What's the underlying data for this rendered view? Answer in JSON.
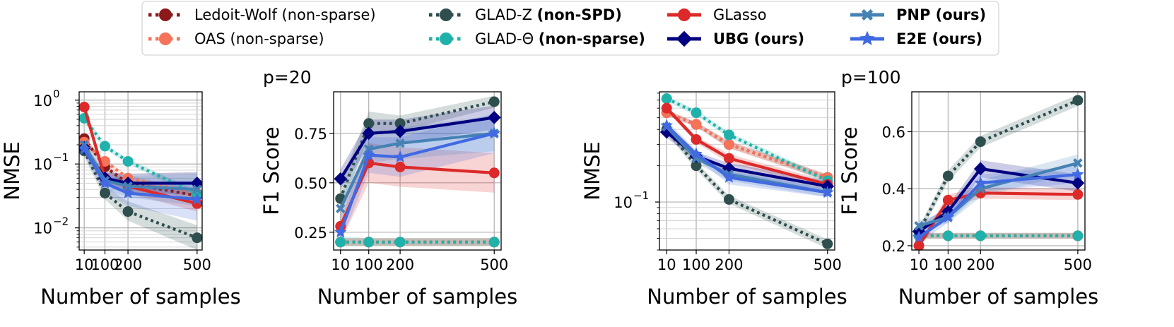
{
  "legend": {
    "entries": [
      {
        "label": "Ledoit-Wolf",
        "suffix": " (non-sparse)",
        "suffix_bold": false,
        "key": "lw"
      },
      {
        "label": "OAS",
        "suffix": " (non-sparse)",
        "suffix_bold": false,
        "key": "oas"
      },
      {
        "label": "GLAD-Z ",
        "suffix": "(non-SPD)",
        "suffix_bold": true,
        "key": "gladz"
      },
      {
        "label": "GLAD-Θ ",
        "suffix": "(non-sparse)",
        "suffix_bold": true,
        "key": "gladt"
      },
      {
        "label": "GLasso",
        "suffix": "",
        "suffix_bold": false,
        "key": "glasso"
      },
      {
        "label": "",
        "suffix": "UBG (ours)",
        "suffix_bold": true,
        "key": "ubg"
      },
      {
        "label": "",
        "suffix": "PNP (ours)",
        "suffix_bold": true,
        "key": "pnp"
      },
      {
        "label": "",
        "suffix": "E2E (ours)",
        "suffix_bold": true,
        "key": "e2e"
      }
    ]
  },
  "styles": {
    "lw": {
      "color": "#8b1a1a",
      "dash": "dotted",
      "marker": "circle"
    },
    "oas": {
      "color": "#f4735a",
      "dash": "dotted",
      "marker": "circle"
    },
    "gladz": {
      "color": "#2f4f4f",
      "dash": "dotted",
      "marker": "circle"
    },
    "gladt": {
      "color": "#20b2aa",
      "dash": "dotted",
      "marker": "circle"
    },
    "glasso": {
      "color": "#dc2a2a",
      "dash": "solid",
      "marker": "circle"
    },
    "ubg": {
      "color": "#000080",
      "dash": "solid",
      "marker": "diamond"
    },
    "pnp": {
      "color": "#4682b4",
      "dash": "solid",
      "marker": "x"
    },
    "e2e": {
      "color": "#4169e1",
      "dash": "solid",
      "marker": "star"
    }
  },
  "chart_data": [
    {
      "type": "line",
      "title": "",
      "xlabel": "Number of samples",
      "ylabel": "NMSE",
      "yscale": "log",
      "ylim": [
        0.0045,
        1.35
      ],
      "xlim": [
        -12,
        522
      ],
      "x": [
        10,
        100,
        200,
        500
      ],
      "xticks": [
        "10",
        "100",
        "200",
        "500"
      ],
      "yticks": [
        {
          "value": 0.01,
          "base": "10",
          "exp": "−2"
        },
        {
          "value": 0.1,
          "base": "10",
          "exp": "−1"
        },
        {
          "value": 1,
          "base": "10",
          "exp": "0"
        }
      ],
      "grid": true,
      "series": [
        {
          "key": "lw",
          "values": [
            0.25,
            0.09,
            0.05,
            0.032
          ],
          "band": [
            0.22,
            0.28,
            0.08,
            0.1,
            0.045,
            0.055,
            0.028,
            0.036
          ]
        },
        {
          "key": "oas",
          "values": [
            0.22,
            0.11,
            0.06,
            0.035
          ],
          "band": [
            0.19,
            0.25,
            0.1,
            0.12,
            0.055,
            0.066,
            0.031,
            0.039
          ]
        },
        {
          "key": "gladz",
          "values": [
            0.16,
            0.035,
            0.018,
            0.007
          ],
          "band": [
            0.13,
            0.2,
            0.028,
            0.045,
            0.013,
            0.026,
            0.0045,
            0.011
          ]
        },
        {
          "key": "gladt",
          "values": [
            0.52,
            0.19,
            0.11,
            0.034
          ],
          "band": [
            0.44,
            0.61,
            0.17,
            0.21,
            0.1,
            0.12,
            0.03,
            0.038
          ]
        },
        {
          "key": "glasso",
          "values": [
            0.78,
            0.06,
            0.045,
            0.024
          ],
          "band": [
            0.7,
            0.86,
            0.05,
            0.075,
            0.035,
            0.058,
            0.018,
            0.032
          ]
        },
        {
          "key": "ubg",
          "values": [
            0.18,
            0.06,
            0.05,
            0.05
          ],
          "band": [
            0.15,
            0.22,
            0.048,
            0.075,
            0.035,
            0.07,
            0.033,
            0.075
          ]
        },
        {
          "key": "pnp",
          "values": [
            0.2,
            0.055,
            0.045,
            0.04
          ],
          "band": [
            0.16,
            0.24,
            0.04,
            0.075,
            0.03,
            0.065,
            0.022,
            0.07
          ]
        },
        {
          "key": "e2e",
          "values": [
            0.17,
            0.05,
            0.035,
            0.028
          ],
          "band": [
            0.14,
            0.21,
            0.035,
            0.07,
            0.022,
            0.055,
            0.013,
            0.055
          ]
        }
      ]
    },
    {
      "type": "line",
      "title": "p=20",
      "xlabel": "Number of samples",
      "ylabel": "F1 Score",
      "yscale": "linear",
      "ylim": [
        0.16,
        0.96
      ],
      "xlim": [
        -12,
        522
      ],
      "x": [
        10,
        100,
        200,
        500
      ],
      "xticks": [
        "10",
        "100",
        "200",
        "500"
      ],
      "yticks": [
        {
          "value": 0.25,
          "label": "0.25"
        },
        {
          "value": 0.5,
          "label": "0.50"
        },
        {
          "value": 0.75,
          "label": "0.75"
        }
      ],
      "grid": true,
      "series": [
        {
          "key": "lw",
          "values": [
            0.2,
            0.2,
            0.2,
            0.2
          ],
          "band": [
            0.18,
            0.22,
            0.18,
            0.22,
            0.18,
            0.22,
            0.18,
            0.22
          ]
        },
        {
          "key": "oas",
          "values": [
            0.2,
            0.2,
            0.2,
            0.2
          ],
          "band": [
            0.18,
            0.22,
            0.18,
            0.22,
            0.18,
            0.22,
            0.18,
            0.22
          ]
        },
        {
          "key": "gladz",
          "values": [
            0.42,
            0.8,
            0.8,
            0.91
          ],
          "band": [
            0.35,
            0.5,
            0.74,
            0.86,
            0.76,
            0.84,
            0.88,
            0.94
          ]
        },
        {
          "key": "gladt",
          "values": [
            0.2,
            0.2,
            0.2,
            0.2
          ],
          "band": [
            0.18,
            0.23,
            0.18,
            0.22,
            0.18,
            0.22,
            0.18,
            0.22
          ]
        },
        {
          "key": "glasso",
          "values": [
            0.28,
            0.6,
            0.58,
            0.55
          ],
          "band": [
            0.2,
            0.36,
            0.5,
            0.7,
            0.48,
            0.68,
            0.45,
            0.65
          ]
        },
        {
          "key": "ubg",
          "values": [
            0.52,
            0.75,
            0.76,
            0.83
          ],
          "band": [
            0.47,
            0.57,
            0.68,
            0.82,
            0.7,
            0.82,
            0.77,
            0.89
          ]
        },
        {
          "key": "pnp",
          "values": [
            0.37,
            0.67,
            0.7,
            0.75
          ],
          "band": [
            0.3,
            0.44,
            0.6,
            0.74,
            0.62,
            0.78,
            0.66,
            0.84
          ]
        },
        {
          "key": "e2e",
          "values": [
            0.25,
            0.64,
            0.63,
            0.75
          ],
          "band": [
            0.2,
            0.3,
            0.55,
            0.73,
            0.53,
            0.73,
            0.65,
            0.85
          ]
        }
      ]
    },
    {
      "type": "line",
      "title": "",
      "xlabel": "Number of samples",
      "ylabel": "NMSE",
      "yscale": "log",
      "ylim": [
        0.04,
        0.82
      ],
      "xlim": [
        -12,
        522
      ],
      "x": [
        10,
        100,
        200,
        500
      ],
      "xticks": [
        "10",
        "100",
        "200",
        "500"
      ],
      "yticks": [
        {
          "value": 0.1,
          "base": "10",
          "exp": "−1"
        }
      ],
      "grid": true,
      "series": [
        {
          "key": "lw",
          "values": [
            0.55,
            0.44,
            0.3,
            0.16
          ],
          "band": [
            0.52,
            0.58,
            0.42,
            0.46,
            0.28,
            0.32,
            0.15,
            0.17
          ]
        },
        {
          "key": "oas",
          "values": [
            0.55,
            0.44,
            0.3,
            0.16
          ],
          "band": [
            0.52,
            0.58,
            0.42,
            0.46,
            0.28,
            0.32,
            0.15,
            0.17
          ]
        },
        {
          "key": "gladz",
          "values": [
            0.4,
            0.2,
            0.105,
            0.045
          ],
          "band": [
            0.37,
            0.43,
            0.185,
            0.215,
            0.097,
            0.113,
            0.041,
            0.049
          ]
        },
        {
          "key": "gladt",
          "values": [
            0.72,
            0.55,
            0.36,
            0.15
          ],
          "band": [
            0.68,
            0.76,
            0.52,
            0.58,
            0.34,
            0.38,
            0.14,
            0.16
          ]
        },
        {
          "key": "glasso",
          "values": [
            0.6,
            0.33,
            0.23,
            0.14
          ],
          "band": [
            0.57,
            0.63,
            0.31,
            0.35,
            0.21,
            0.25,
            0.13,
            0.15
          ]
        },
        {
          "key": "ubg",
          "values": [
            0.38,
            0.24,
            0.19,
            0.135
          ],
          "band": [
            0.34,
            0.42,
            0.22,
            0.26,
            0.17,
            0.21,
            0.12,
            0.15
          ]
        },
        {
          "key": "pnp",
          "values": [
            0.42,
            0.23,
            0.17,
            0.12
          ],
          "band": [
            0.38,
            0.46,
            0.21,
            0.25,
            0.15,
            0.19,
            0.11,
            0.13
          ]
        },
        {
          "key": "e2e",
          "values": [
            0.43,
            0.25,
            0.16,
            0.12
          ],
          "band": [
            0.39,
            0.47,
            0.23,
            0.27,
            0.14,
            0.18,
            0.11,
            0.13
          ]
        }
      ]
    },
    {
      "type": "line",
      "title": "p=100",
      "xlabel": "Number of samples",
      "ylabel": "F1 Score",
      "yscale": "linear",
      "ylim": [
        0.185,
        0.74
      ],
      "xlim": [
        -12,
        522
      ],
      "x": [
        10,
        100,
        200,
        500
      ],
      "xticks": [
        "10",
        "100",
        "200",
        "500"
      ],
      "yticks": [
        {
          "value": 0.2,
          "label": "0.2"
        },
        {
          "value": 0.4,
          "label": "0.4"
        },
        {
          "value": 0.6,
          "label": "0.6"
        }
      ],
      "grid": true,
      "series": [
        {
          "key": "lw",
          "values": [
            0.235,
            0.235,
            0.235,
            0.235
          ],
          "band": [
            0.225,
            0.245,
            0.225,
            0.245,
            0.225,
            0.245,
            0.225,
            0.245
          ]
        },
        {
          "key": "oas",
          "values": [
            0.235,
            0.235,
            0.235,
            0.235
          ],
          "band": [
            0.225,
            0.245,
            0.225,
            0.245,
            0.225,
            0.245,
            0.225,
            0.245
          ]
        },
        {
          "key": "gladz",
          "values": [
            0.25,
            0.445,
            0.565,
            0.71
          ],
          "band": [
            0.235,
            0.265,
            0.425,
            0.465,
            0.545,
            0.585,
            0.69,
            0.73
          ]
        },
        {
          "key": "gladt",
          "values": [
            0.235,
            0.235,
            0.235,
            0.235
          ],
          "band": [
            0.225,
            0.245,
            0.225,
            0.245,
            0.225,
            0.245,
            0.225,
            0.245
          ]
        },
        {
          "key": "glasso",
          "values": [
            0.2,
            0.36,
            0.385,
            0.38
          ],
          "band": [
            0.19,
            0.21,
            0.34,
            0.38,
            0.365,
            0.405,
            0.36,
            0.4
          ]
        },
        {
          "key": "ubg",
          "values": [
            0.25,
            0.32,
            0.47,
            0.42
          ],
          "band": [
            0.23,
            0.27,
            0.3,
            0.34,
            0.44,
            0.5,
            0.39,
            0.45
          ]
        },
        {
          "key": "pnp",
          "values": [
            0.27,
            0.3,
            0.4,
            0.49
          ],
          "band": [
            0.25,
            0.29,
            0.28,
            0.32,
            0.37,
            0.43,
            0.46,
            0.52
          ]
        },
        {
          "key": "e2e",
          "values": [
            0.23,
            0.3,
            0.42,
            0.45
          ],
          "band": [
            0.21,
            0.25,
            0.28,
            0.32,
            0.39,
            0.45,
            0.42,
            0.48
          ]
        }
      ]
    }
  ]
}
